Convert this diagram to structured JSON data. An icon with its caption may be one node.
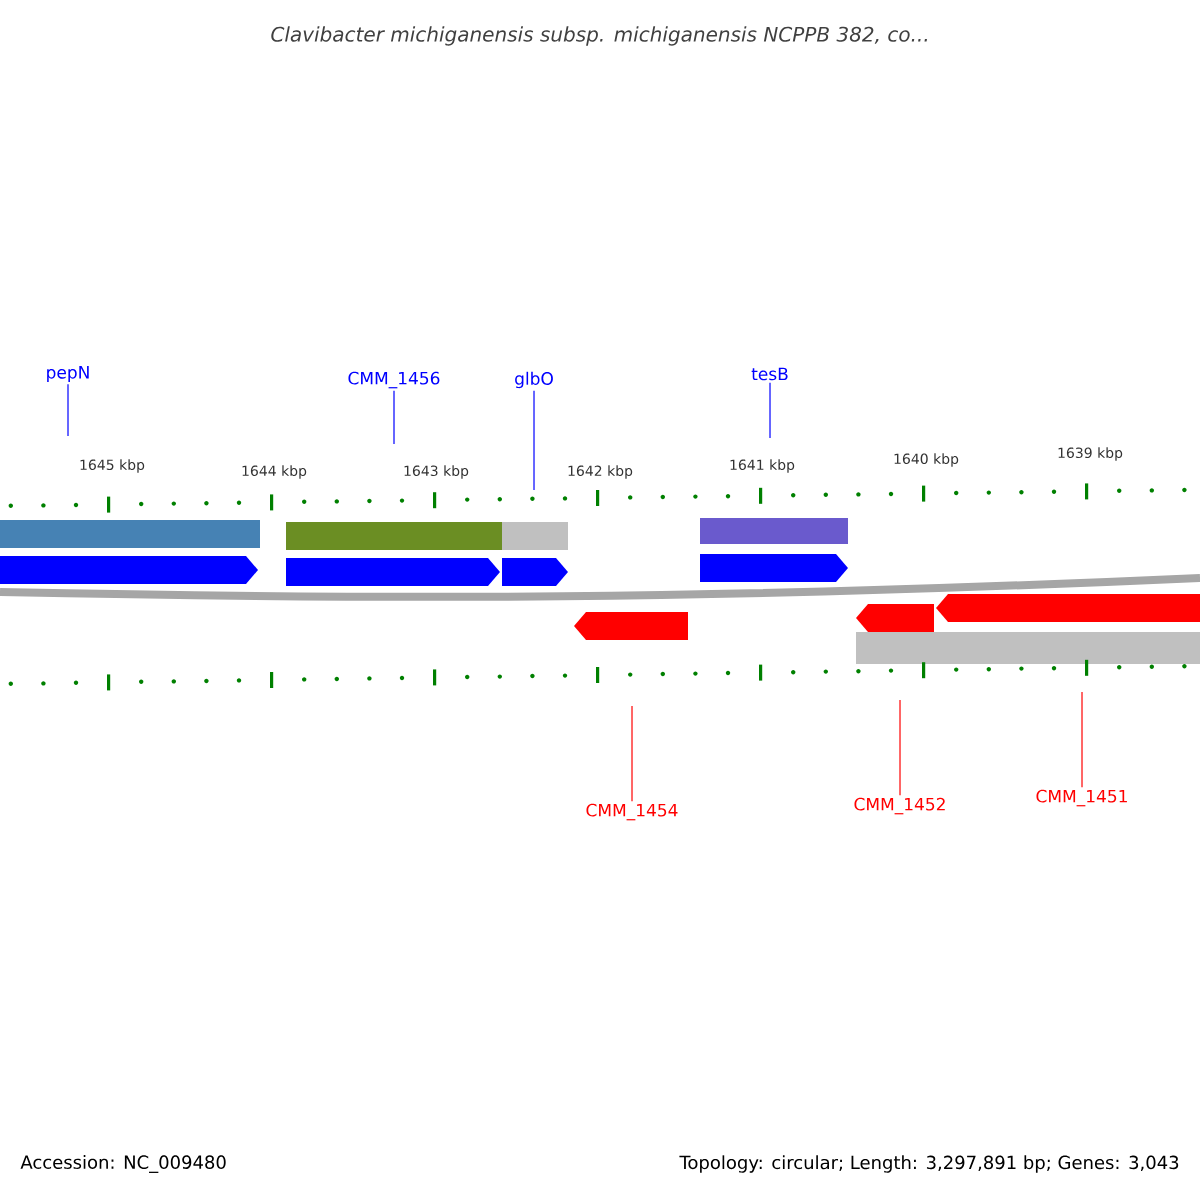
{
  "diagram": {
    "title": "Clavibacter michiganensis subsp. michiganensis NCPPB 382, co...",
    "nodes": [
      {
        "text": [
          "pepN"
        ]
      },
      {
        "text": [
          "CMM_1456"
        ]
      },
      {
        "text": [
          "glbO"
        ]
      },
      {
        "text": [
          "tesB"
        ]
      },
      {
        "text": [
          "CMM_1454"
        ]
      },
      {
        "text": [
          "CMM_1452"
        ]
      },
      {
        "text": [
          "CMM_1451"
        ]
      }
    ],
    "edges": [
      {
        "from": 0,
        "to": null,
        "arrow": "none",
        "color": "#0000ff"
      },
      {
        "from": 1,
        "to": null,
        "arrow": "none",
        "color": "#0000ff"
      },
      {
        "from": 2,
        "to": null,
        "arrow": "none",
        "color": "#0000ff"
      },
      {
        "from": 3,
        "to": null,
        "arrow": "none",
        "color": "#0000ff"
      },
      {
        "from": 4,
        "to": null,
        "arrow": "none",
        "color": "#ff0000"
      },
      {
        "from": 5,
        "to": null,
        "arrow": "none",
        "color": "#ff0000"
      },
      {
        "from": 6,
        "to": null,
        "arrow": "none",
        "color": "#ff0000"
      }
    ],
    "labels": [
      "1645 kbp",
      "1644 kbp",
      "1643 kbp",
      "1642 kbp",
      "1641 kbp",
      "1640 kbp",
      "1639 kbp",
      "Accession: NC_009480",
      "Topology: circular; Length: 3,297,891 bp; Genes: 3,043"
    ]
  }
}
